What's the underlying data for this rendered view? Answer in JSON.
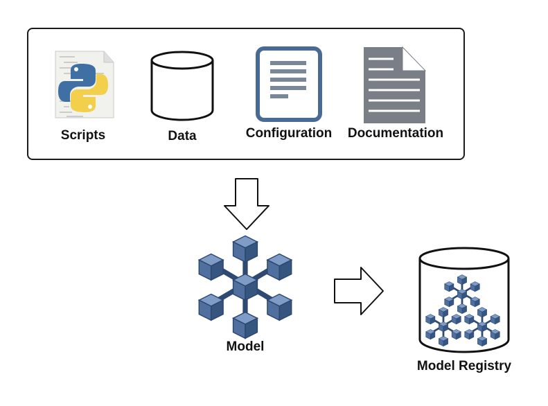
{
  "inputs": {
    "scripts_label": "Scripts",
    "data_label": "Data",
    "configuration_label": "Configuration",
    "documentation_label": "Documentation"
  },
  "model": {
    "label": "Model"
  },
  "registry": {
    "label": "Model Registry"
  },
  "icons": {
    "scripts": "python-script-icon",
    "data": "database-cylinder-icon",
    "configuration": "config-document-icon",
    "documentation": "document-icon",
    "model": "model-cube-cluster-icon",
    "registry": "registry-database-icon",
    "arrow_down": "arrow-down-icon",
    "arrow_right": "arrow-right-icon"
  },
  "colors": {
    "blue": "#4a6a96",
    "blue_dark": "#2f4a72",
    "blue_light": "#6b8bb8",
    "gray": "#7a7f87",
    "python_blue": "#3f6fa3",
    "python_yellow": "#f2d04b",
    "outline": "#1a1a1a"
  }
}
